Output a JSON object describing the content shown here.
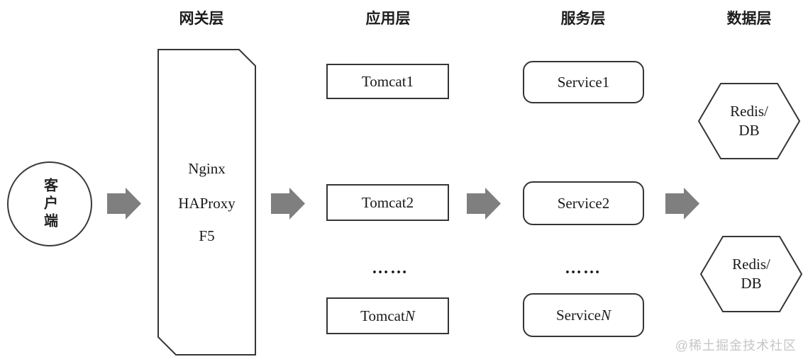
{
  "layers": {
    "gateway": {
      "title": "网关层",
      "items": [
        "Nginx",
        "HAProxy",
        "F5"
      ]
    },
    "app": {
      "title": "应用层",
      "boxes": [
        {
          "text": "Tomcat1"
        },
        {
          "text": "Tomcat2"
        }
      ],
      "dots": "……",
      "nbox": {
        "prefix": "Tomcat",
        "suffix": "N"
      }
    },
    "service": {
      "title": "服务层",
      "boxes": [
        {
          "text": "Service1"
        },
        {
          "text": "Service2"
        }
      ],
      "dots": "……",
      "nbox": {
        "prefix": "Service",
        "suffix": "N"
      }
    },
    "data": {
      "title": "数据层",
      "nodes": [
        {
          "label": "Redis/\nDB"
        },
        {
          "label": "Redis/\nDB"
        }
      ]
    }
  },
  "client": {
    "label": "客户端"
  },
  "watermark": "@稀土掘金技术社区",
  "colors": {
    "line": "#353535",
    "arrow": "#7f7f7f",
    "watermark": "#c6c6c6"
  }
}
